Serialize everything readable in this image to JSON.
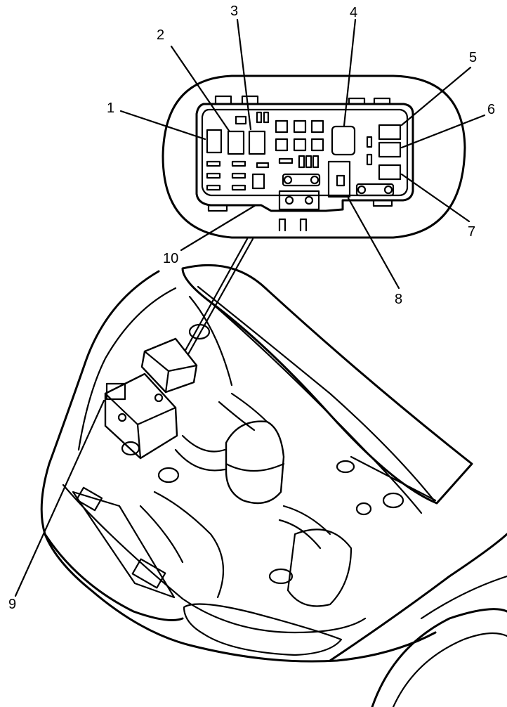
{
  "diagram": {
    "subject": "Engine compartment fuse/relay box location",
    "callouts": [
      {
        "id": "1",
        "label": "1"
      },
      {
        "id": "2",
        "label": "2"
      },
      {
        "id": "3",
        "label": "3"
      },
      {
        "id": "4",
        "label": "4"
      },
      {
        "id": "5",
        "label": "5"
      },
      {
        "id": "6",
        "label": "6"
      },
      {
        "id": "7",
        "label": "7"
      },
      {
        "id": "8",
        "label": "8"
      },
      {
        "id": "9",
        "label": "9"
      },
      {
        "id": "10",
        "label": "10"
      }
    ]
  }
}
